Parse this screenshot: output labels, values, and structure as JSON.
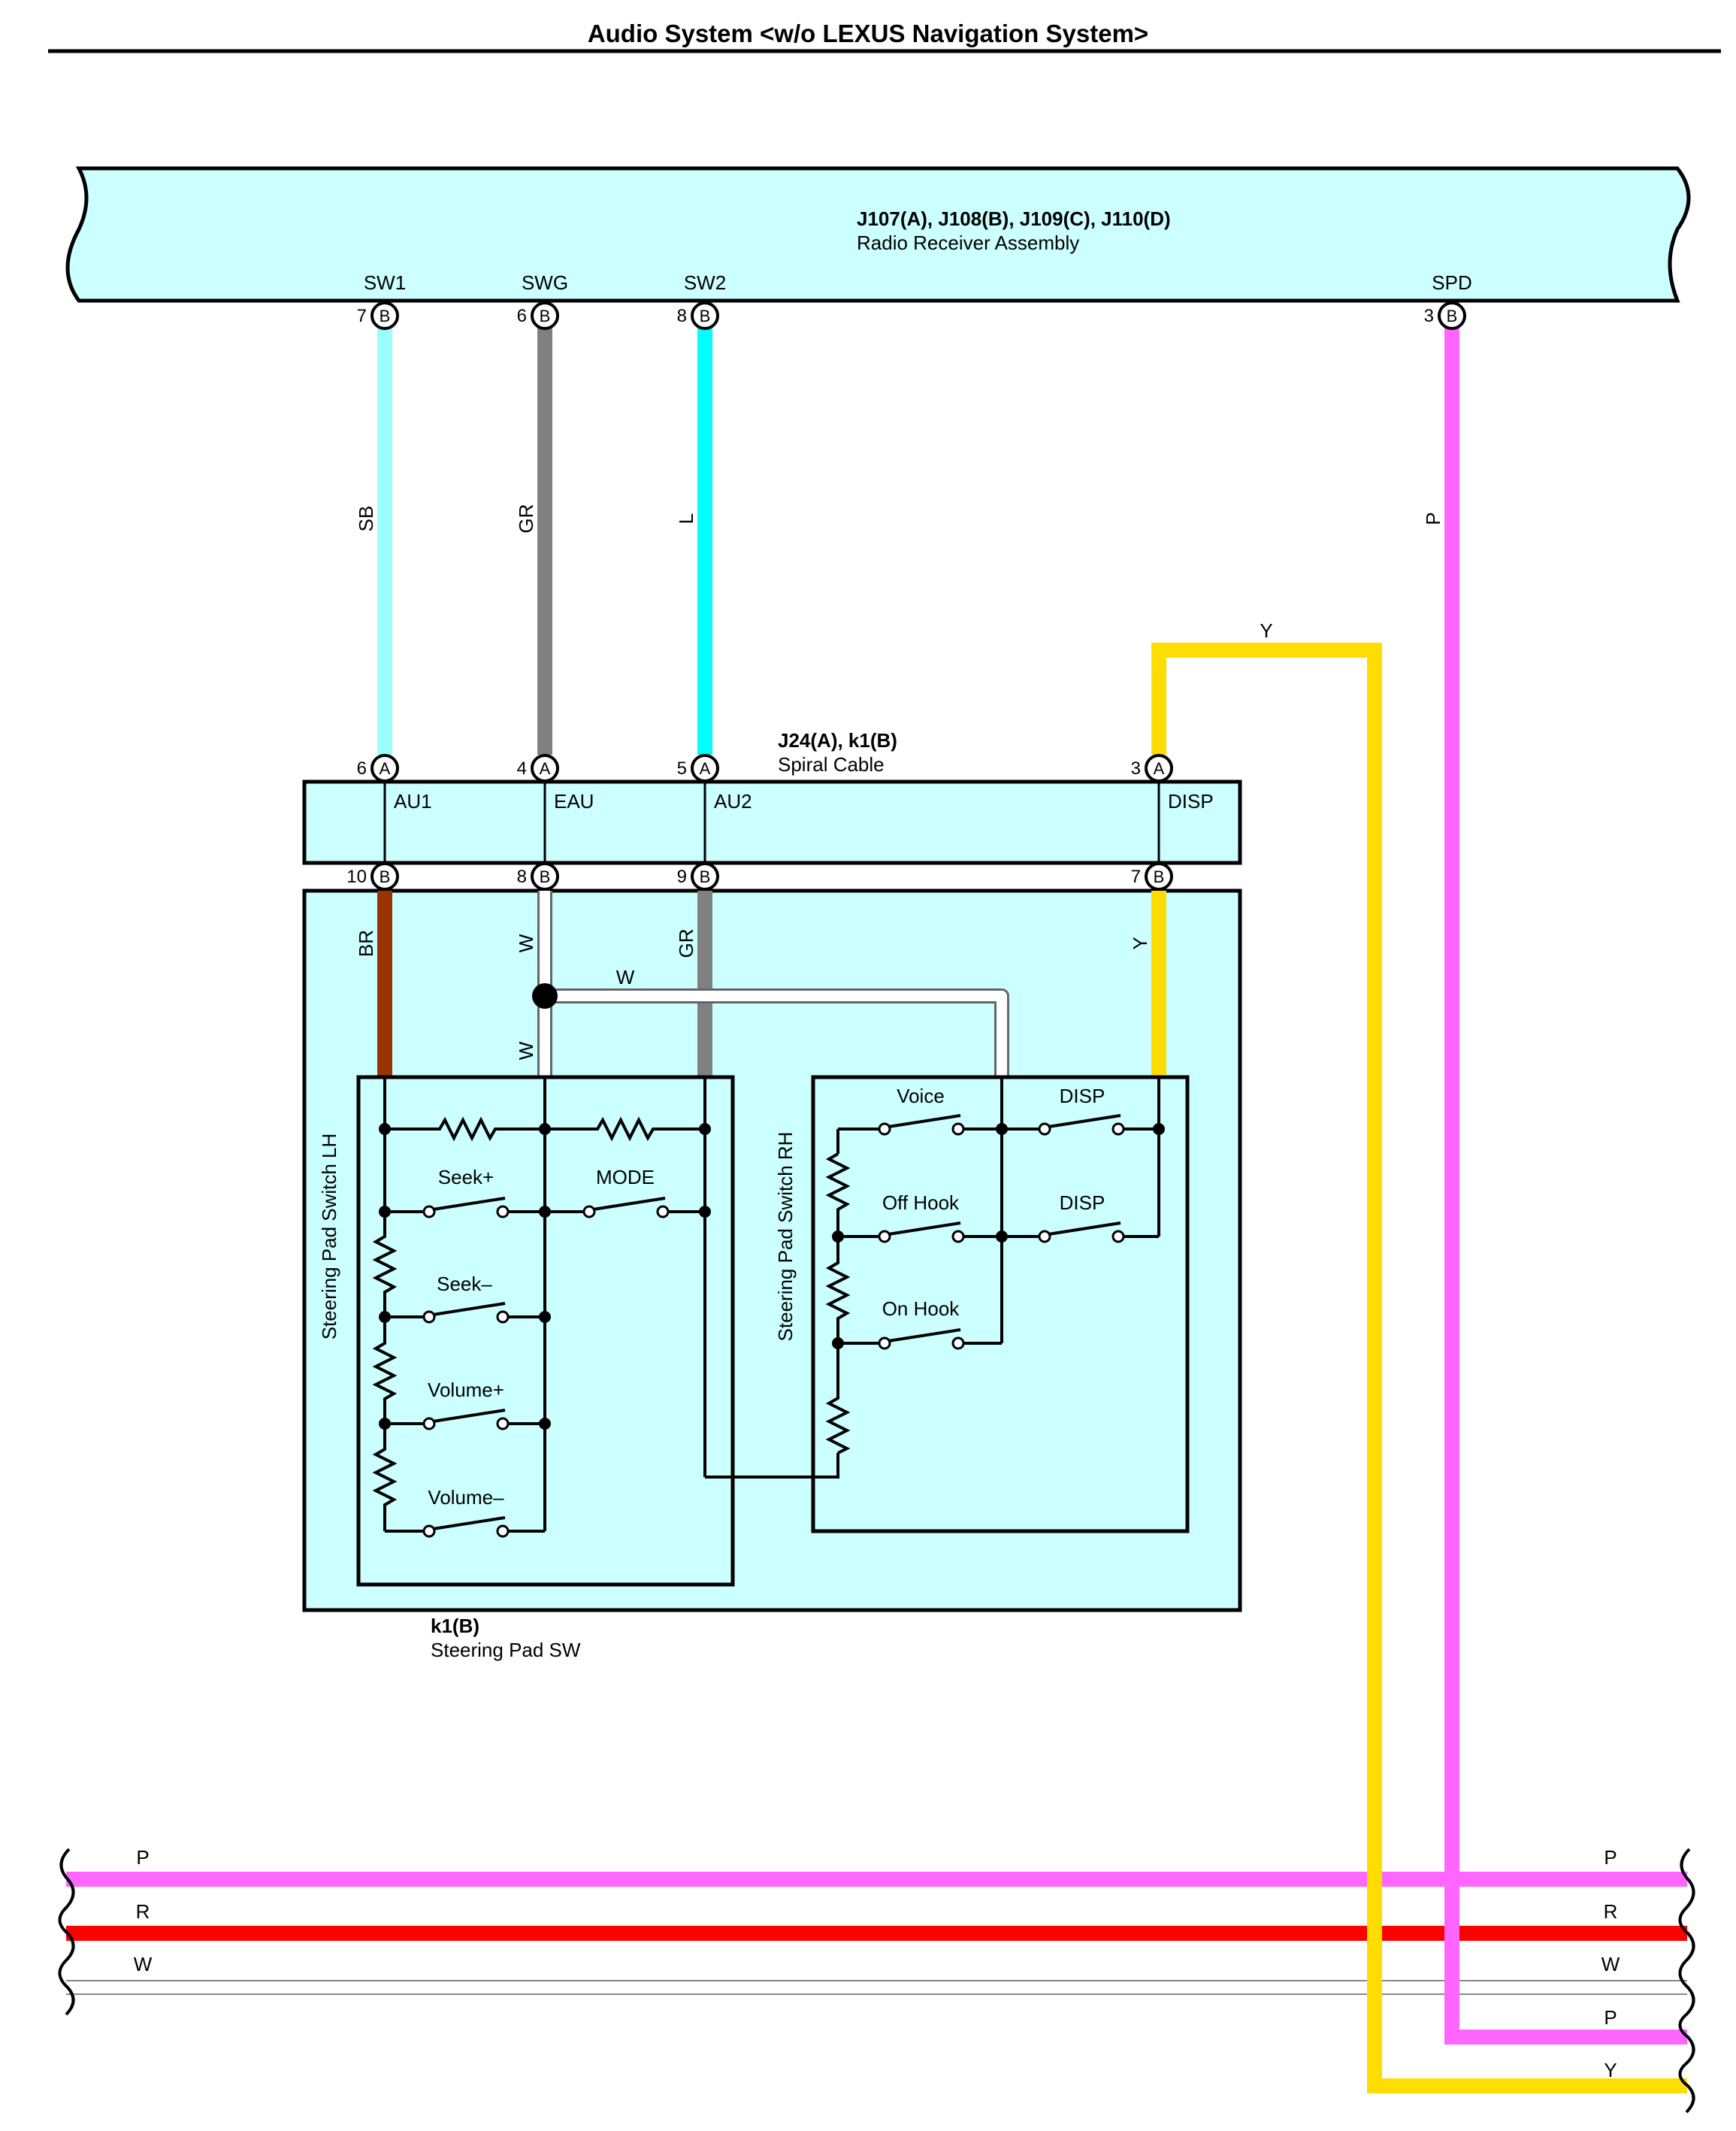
{
  "title": "Audio System <w/o LEXUS Navigation System>",
  "receiver": {
    "codes": "J107(A), J108(B), J109(C), J110(D)",
    "name": "Radio Receiver Assembly",
    "terminals": [
      {
        "label": "SW1",
        "pin": "7",
        "conn": "B"
      },
      {
        "label": "SWG",
        "pin": "6",
        "conn": "B"
      },
      {
        "label": "SW2",
        "pin": "8",
        "conn": "B"
      },
      {
        "label": "SPD",
        "pin": "3",
        "conn": "B"
      }
    ]
  },
  "wires_upper": [
    {
      "color_code": "SB",
      "hex": "#99ffff"
    },
    {
      "color_code": "GR",
      "hex": "#808080"
    },
    {
      "color_code": "L",
      "hex": "#00ffff"
    },
    {
      "color_code": "P",
      "hex": "#ff66ff"
    }
  ],
  "disp_wire": {
    "color_code": "Y",
    "hex": "#ffdd00"
  },
  "spiral_cable": {
    "codes": "J24(A), k1(B)",
    "name": "Spiral Cable",
    "top_pins": [
      {
        "pin": "6",
        "conn": "A",
        "label": "AU1"
      },
      {
        "pin": "4",
        "conn": "A",
        "label": "EAU"
      },
      {
        "pin": "5",
        "conn": "A",
        "label": "AU2"
      },
      {
        "pin": "3",
        "conn": "A",
        "label": "DISP"
      }
    ],
    "bottom_pins": [
      {
        "pin": "10",
        "conn": "B"
      },
      {
        "pin": "8",
        "conn": "B"
      },
      {
        "pin": "9",
        "conn": "B"
      },
      {
        "pin": "7",
        "conn": "B"
      }
    ]
  },
  "wires_lower": [
    {
      "color_code": "BR",
      "hex": "#993300"
    },
    {
      "color_code": "W",
      "hex": "#ffffff"
    },
    {
      "color_code": "GR",
      "hex": "#808080"
    },
    {
      "color_code": "Y",
      "hex": "#ffdd00"
    }
  ],
  "w_branch_labels": [
    "W",
    "W"
  ],
  "steering_pad": {
    "code": "k1(B)",
    "name": "Steering Pad SW",
    "lh_title": "Steering Pad Switch LH",
    "rh_title": "Steering Pad Switch RH",
    "lh_switches": [
      "Seek+",
      "MODE",
      "Seek–",
      "Volume+",
      "Volume–"
    ],
    "rh_switches": [
      "Voice",
      "DISP",
      "Off Hook",
      "DISP",
      "On Hook"
    ]
  },
  "buses": [
    {
      "label": "P",
      "hex": "#ff66ff"
    },
    {
      "label": "R",
      "hex": "#ff0000"
    },
    {
      "label": "W",
      "hex": "#ffffff"
    }
  ],
  "right_exits": [
    {
      "label": "P",
      "hex": "#ff66ff"
    },
    {
      "label": "Y",
      "hex": "#ffdd00"
    }
  ],
  "colors": {
    "box_fill": "#ccffff",
    "outline": "#000000"
  }
}
